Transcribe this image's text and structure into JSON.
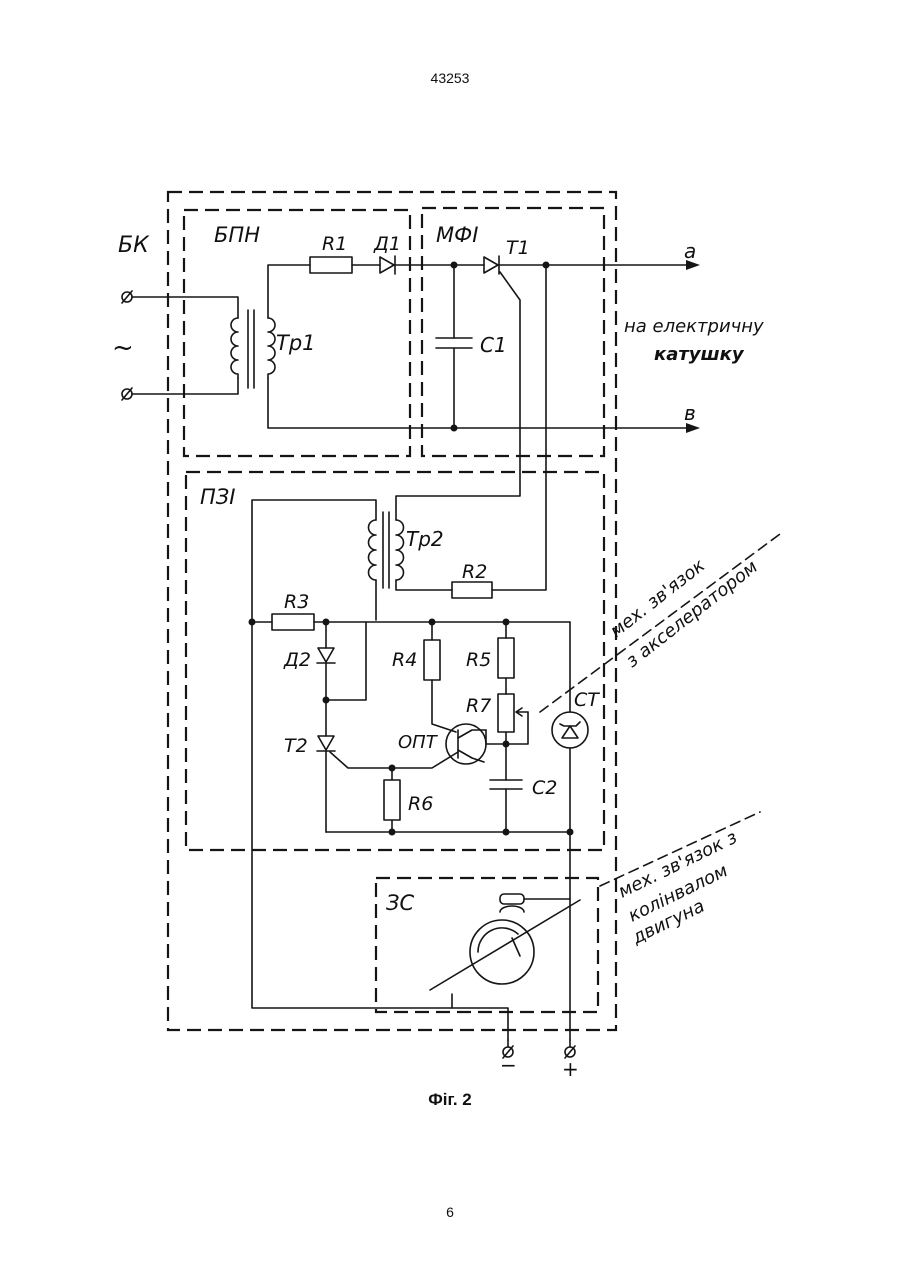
{
  "header": {
    "patent_number": "43253"
  },
  "figure": {
    "caption": "Фіг. 2",
    "blocks": {
      "bk": "БК",
      "bpn": "БПН",
      "mfi": "МФІ",
      "pzi": "ПЗІ",
      "zs": "ЗС"
    },
    "components": {
      "r1": "R1",
      "d1": "Д1",
      "t1": "T1",
      "c1": "C1",
      "tr1": "Тр1",
      "tr2": "Тр2",
      "r2": "R2",
      "r3": "R3",
      "d2": "Д2",
      "r4": "R4",
      "r5": "R5",
      "r7": "R7",
      "st": "СТ",
      "t2": "T2",
      "opt": "ОПТ",
      "r6": "R6",
      "c2": "C2"
    },
    "outputs": {
      "a": "а",
      "b": "в"
    },
    "ac_symbol": "~",
    "coil_note": {
      "line1": "на електричну",
      "line2": "катушку"
    },
    "accel_note": {
      "line1": "мех. зв'язок",
      "line2": "з акселератором"
    },
    "crank_note": {
      "line1": "мех. зв'язок з",
      "line2": "колінвалом",
      "line3": "двигуна"
    },
    "terminals": {
      "minus": "−",
      "plus": "+"
    }
  },
  "footer": {
    "page_number": "6"
  }
}
